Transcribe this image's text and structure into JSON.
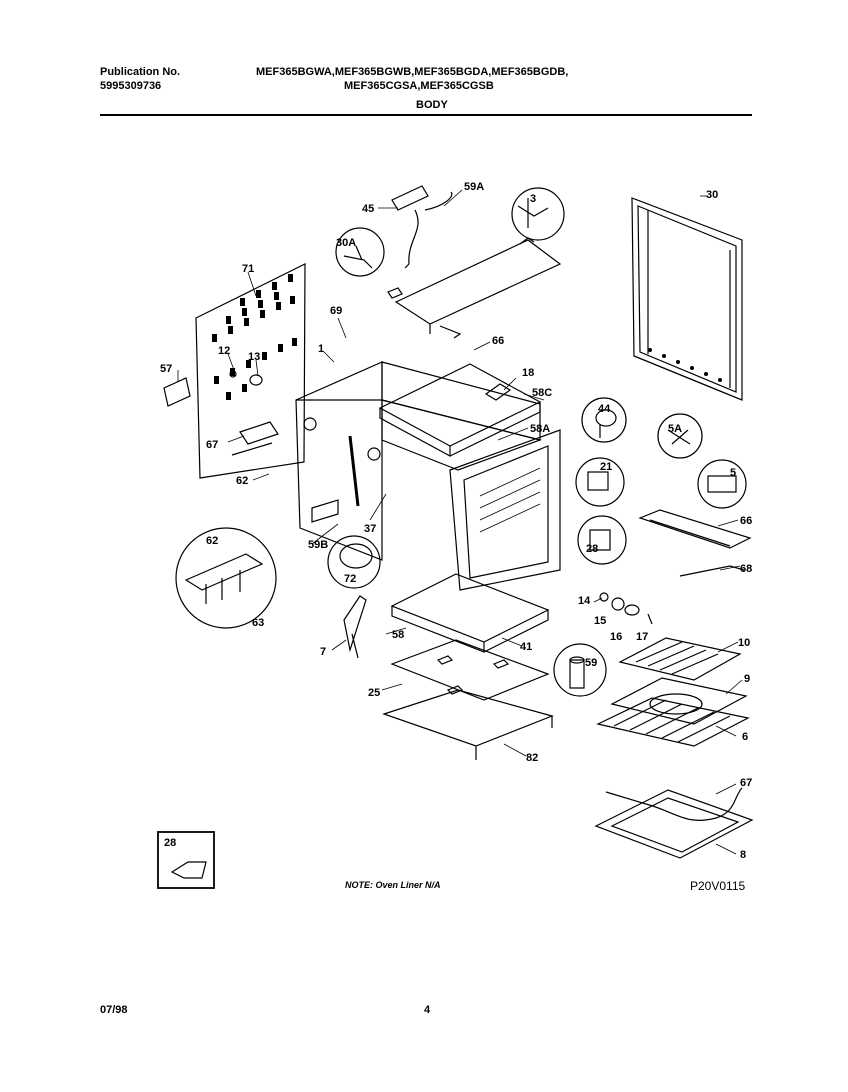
{
  "header": {
    "pub_label": "Publication No.",
    "pub_number": "5995309736",
    "models_line1": "MEF365BGWA,MEF365BGWB,MEF365BGDA,MEF365BGDB,",
    "models_line2": "MEF365CGSA,MEF365CGSB",
    "section": "BODY"
  },
  "note": "NOTE: Oven Liner N/A",
  "drawing_code": "P20V0115",
  "footer": {
    "date": "07/98",
    "page": "4"
  },
  "callouts": [
    "45",
    "59A",
    "30",
    "3",
    "30A",
    "71",
    "69",
    "66",
    "57",
    "12",
    "13",
    "1",
    "18",
    "58C",
    "44",
    "67",
    "58A",
    "5A",
    "21",
    "5",
    "62",
    "37",
    "59B",
    "66",
    "28",
    "68",
    "72",
    "62",
    "63",
    "14",
    "15",
    "16",
    "17",
    "58",
    "7",
    "41",
    "10",
    "25",
    "59",
    "9",
    "6",
    "82",
    "67",
    "8",
    "28"
  ]
}
